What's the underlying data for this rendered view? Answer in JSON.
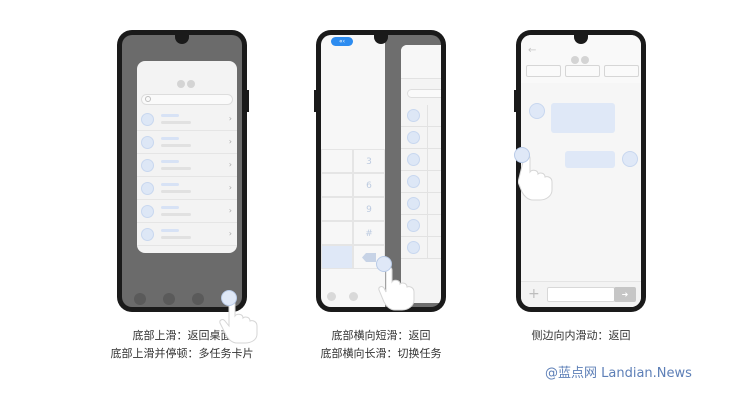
{
  "captions": {
    "phone1_line1": "底部上滑：返回桌面",
    "phone1_line2": "底部上滑并停顿：多任务卡片",
    "phone2_line1": "底部横向短滑：返回",
    "phone2_line2": "底部横向长滑：切换任务",
    "phone3_line1": "侧边向内滑动：返回"
  },
  "phone2": {
    "back_pill_label": "«‹",
    "keypad_keys": [
      "3",
      "6",
      "9",
      "#"
    ]
  },
  "watermark": "@蓝点网 Landian.News",
  "colors": {
    "accent_blue": "#2d8cf0",
    "touch_blue": "#dfe8f7",
    "overlay_gray": "#6b6b6b",
    "watermark": "#5d7fb7"
  },
  "icons": [
    "search-icon",
    "chevron-right-icon",
    "back-arrow-icon",
    "plus-icon",
    "send-icon",
    "delete-icon",
    "hand-gesture-icon"
  ]
}
